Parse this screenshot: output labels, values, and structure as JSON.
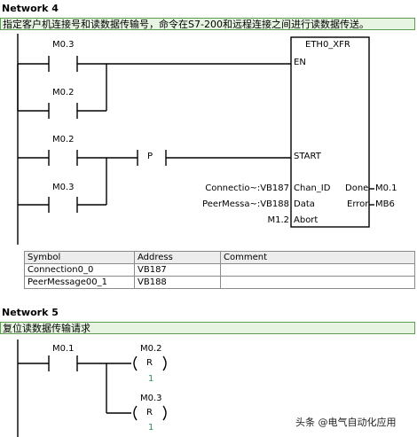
{
  "network4": {
    "title": "Network 4",
    "comment": "指定客户机连接号和读数据传输号，命令在S7-200和远程连接之间进行读数据传送。",
    "contacts": {
      "c1": "M0.3",
      "c2": "M0.2",
      "c3": "M0.2",
      "c4": "M0.3"
    },
    "p_label": "P",
    "block": {
      "name": "ETH0_XFR",
      "pin_en": "EN",
      "pin_start": "START",
      "pin_chan": "Chan_ID",
      "pin_data": "Data",
      "pin_abort": "Abort",
      "pin_done": "Done",
      "pin_error": "Error"
    },
    "params": {
      "chan": "Connectio~:VB187",
      "data": "PeerMessa~:VB188",
      "abort": "M1.2",
      "done": "M0.1",
      "error": "MB6"
    }
  },
  "symbol_table": {
    "headers": [
      "Symbol",
      "Address",
      "Comment"
    ],
    "rows": [
      {
        "symbol": "Connection0_0",
        "address": "VB187",
        "comment": ""
      },
      {
        "symbol": "PeerMessage00_1",
        "address": "VB188",
        "comment": ""
      }
    ]
  },
  "network5": {
    "title": "Network 5",
    "comment": "复位读数据传输请求",
    "contact": "M0.1",
    "coil1": {
      "addr": "M0.2",
      "op": "R",
      "count": "1"
    },
    "coil2": {
      "addr": "M0.3",
      "op": "R",
      "count": "1"
    }
  },
  "watermark": {
    "text": "头条 @电气自动化应用"
  },
  "colors": {
    "comment_bg": "#e7f4e2",
    "comment_border": "#5f9d52",
    "count": "#2e8b57"
  }
}
